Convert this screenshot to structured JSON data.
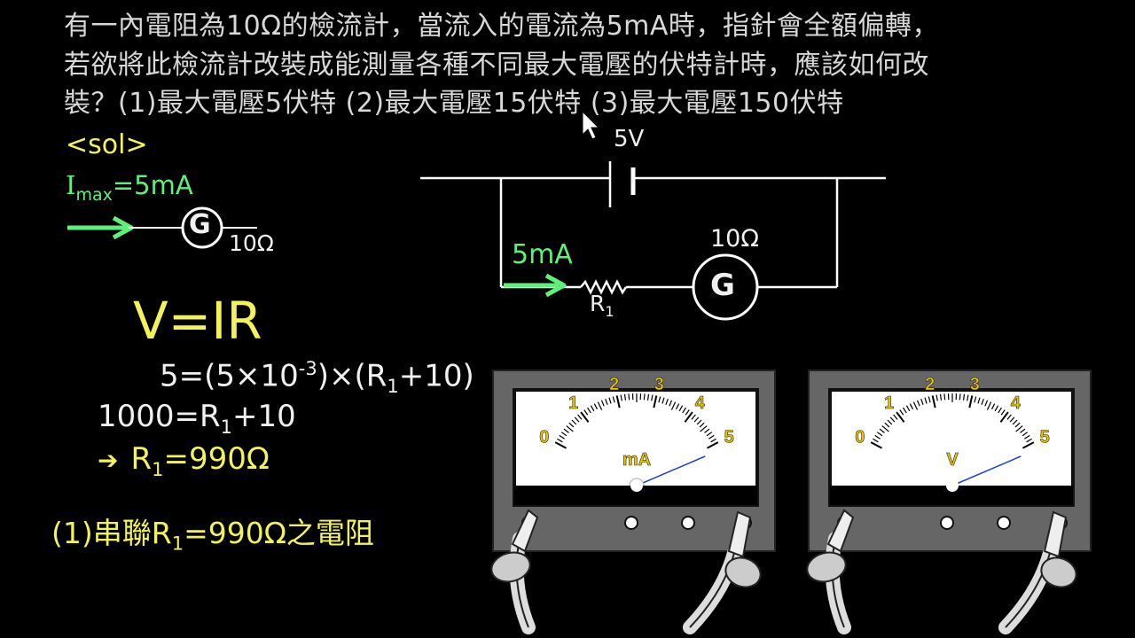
{
  "question": {
    "line1": "有一內電阻為10Ω的檢流計，當流入的電流為5mA時，指針會全額偏轉，",
    "line2": "若欲將此檢流計改裝成能測量各種不同最大電壓的伏特計時，應該如何改",
    "line3": "裝？(1)最大電壓5伏特  (2)最大電壓15伏特  (3)最大電壓150伏特"
  },
  "solution": {
    "heading": "<sol>",
    "imax_symbol": "I",
    "imax_sub": "max",
    "imax_value": "=5mA",
    "small_g_label": "G",
    "small_g_resistance": "10Ω",
    "law": "V=IR",
    "eq1_a": "5=(5×10",
    "eq1_exp": "-3",
    "eq1_b": ")×(R",
    "eq1_sub": "1",
    "eq1_c": "+10)",
    "eq2_a": "1000=R",
    "eq2_sub": "1",
    "eq2_c": "+10",
    "eq3_arrow": "➔",
    "eq3_a": "R",
    "eq3_sub": "1",
    "eq3_c": "=990Ω",
    "answer_a": "(1)串聯R",
    "answer_sub": "1",
    "answer_c": "=990Ω之電阻"
  },
  "circuit": {
    "battery_label": "5V",
    "current_label": "5mA",
    "resistor_label": "R",
    "resistor_sub": "1",
    "galvanometer_label": "G",
    "galvanometer_resistance": "10Ω"
  },
  "meters": [
    {
      "unit": "mA",
      "ticks": [
        "0",
        "1",
        "2",
        "3",
        "4",
        "5"
      ],
      "needle_value": 4.6
    },
    {
      "unit": "V",
      "ticks": [
        "0",
        "1",
        "2",
        "3",
        "4",
        "5"
      ],
      "needle_value": 4.6
    }
  ],
  "colors": {
    "yellow": "#f2f25a",
    "green": "#5ff07a",
    "needle": "#2244cc"
  }
}
